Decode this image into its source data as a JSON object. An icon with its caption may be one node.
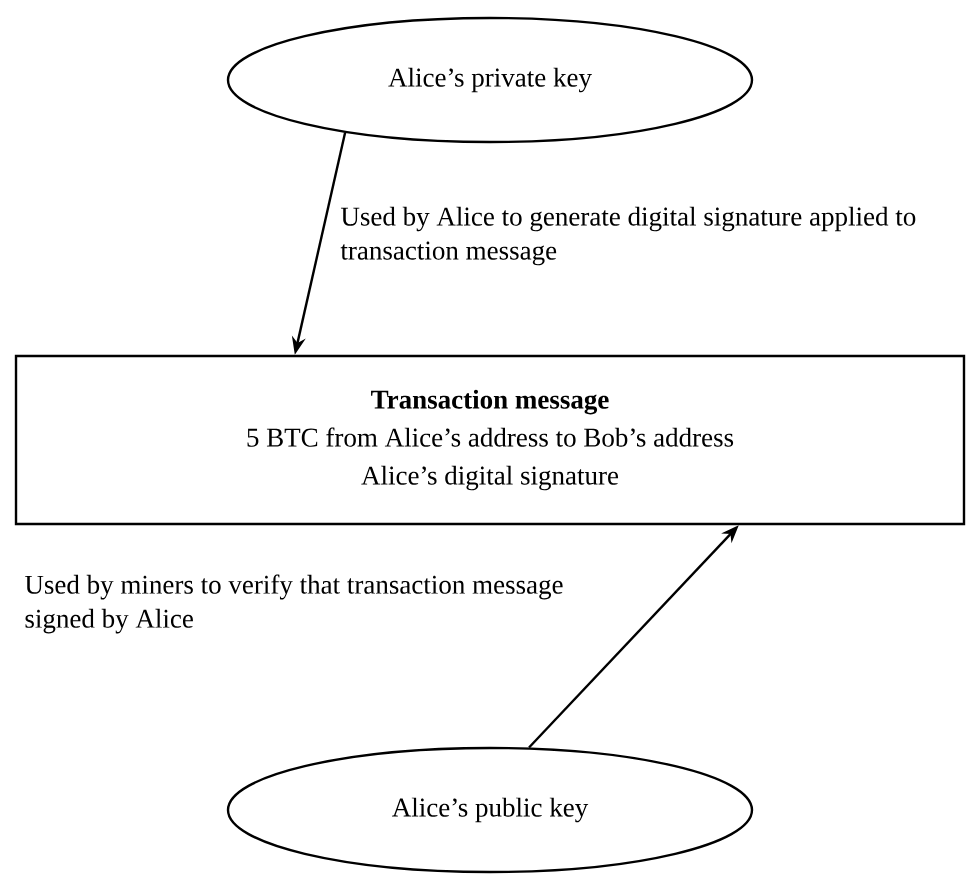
{
  "diagram": {
    "nodes": [
      {
        "text": [
          "Alice’s private key"
        ]
      },
      {
        "text": [
          "Transaction message",
          "5 BTC from Alice’s address to Bob’s address",
          "Alice’s digital signature"
        ]
      },
      {
        "text": [
          "Alice’s public key"
        ]
      }
    ],
    "edges": [
      {
        "from": 0,
        "to": 1,
        "arrow": "to",
        "label": "Used by Alice to generate digital signature applied to transaction message"
      },
      {
        "from": 2,
        "to": 1,
        "arrow": "to",
        "label": "Used by miners to verify that transaction message signed by Alice"
      }
    ]
  }
}
